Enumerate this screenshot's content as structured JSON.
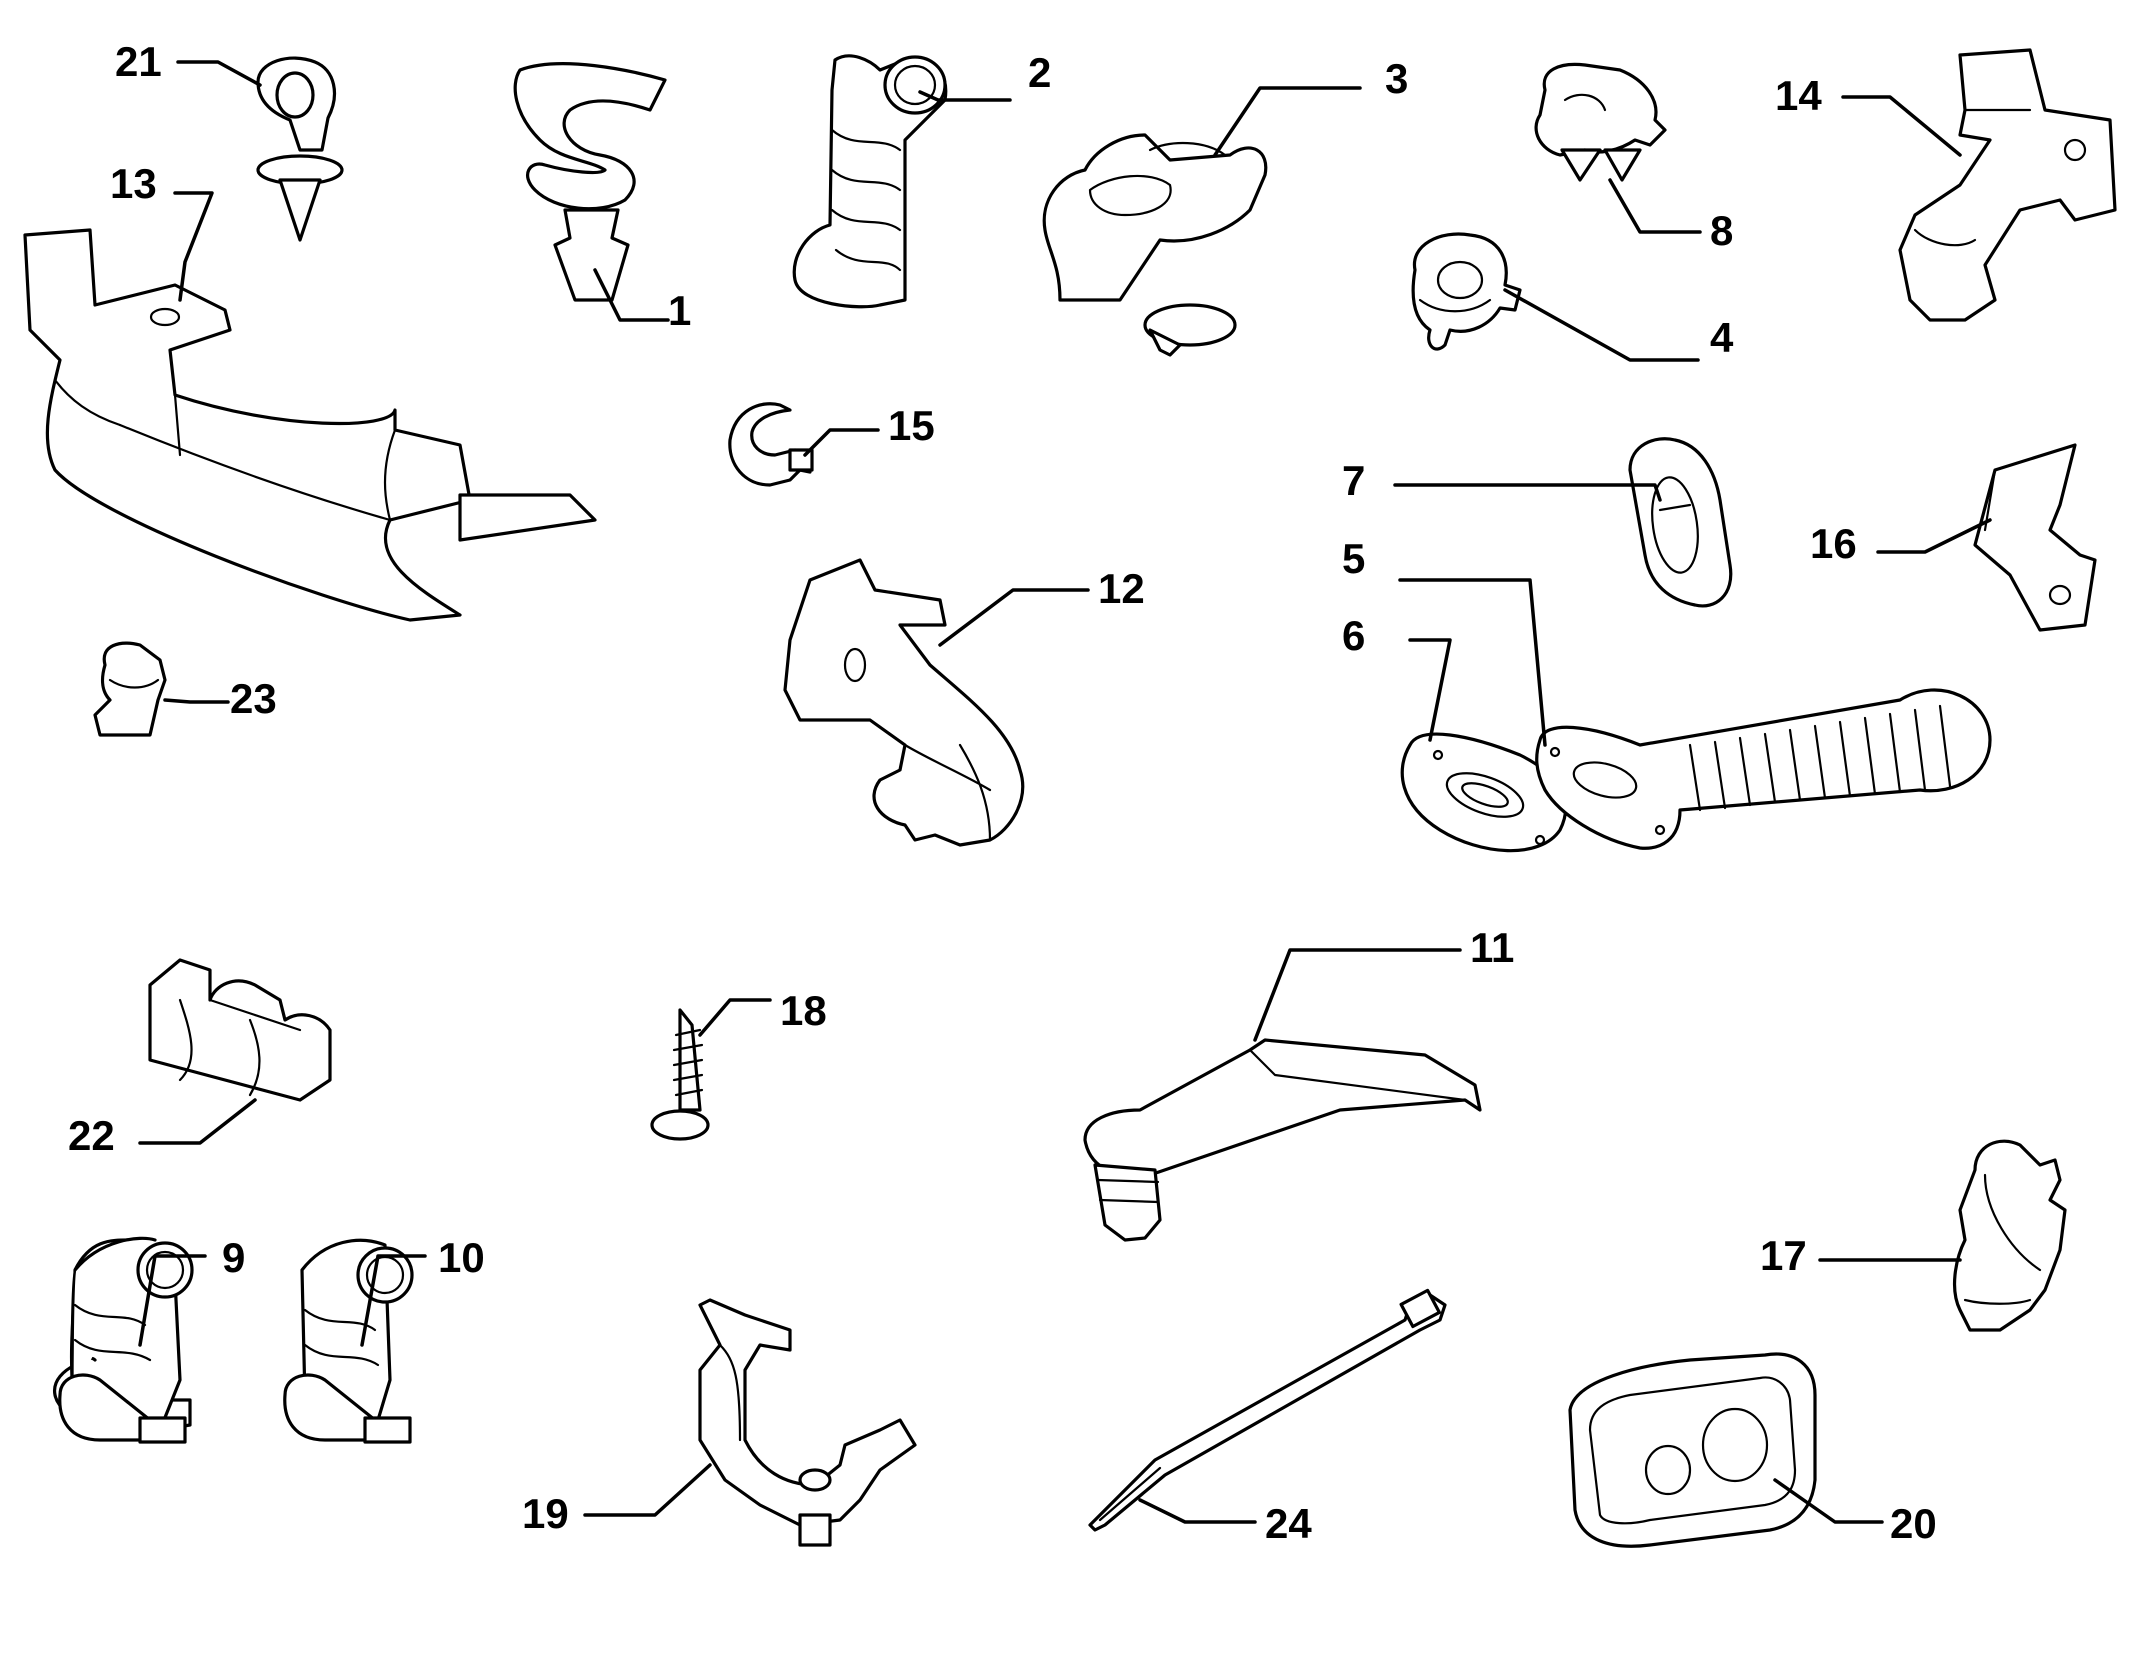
{
  "callouts": [
    {
      "id": "21",
      "label": "21"
    },
    {
      "id": "13",
      "label": "13"
    },
    {
      "id": "1",
      "label": "1"
    },
    {
      "id": "2",
      "label": "2"
    },
    {
      "id": "3",
      "label": "3"
    },
    {
      "id": "8",
      "label": "8"
    },
    {
      "id": "14",
      "label": "14"
    },
    {
      "id": "4",
      "label": "4"
    },
    {
      "id": "15",
      "label": "15"
    },
    {
      "id": "7",
      "label": "7"
    },
    {
      "id": "5",
      "label": "5"
    },
    {
      "id": "16",
      "label": "16"
    },
    {
      "id": "12",
      "label": "12"
    },
    {
      "id": "6",
      "label": "6"
    },
    {
      "id": "23",
      "label": "23"
    },
    {
      "id": "11",
      "label": "11"
    },
    {
      "id": "18",
      "label": "18"
    },
    {
      "id": "22",
      "label": "22"
    },
    {
      "id": "9",
      "label": "9"
    },
    {
      "id": "10",
      "label": "10"
    },
    {
      "id": "17",
      "label": "17"
    },
    {
      "id": "19",
      "label": "19"
    },
    {
      "id": "24",
      "label": "24"
    },
    {
      "id": "20",
      "label": "20"
    }
  ]
}
